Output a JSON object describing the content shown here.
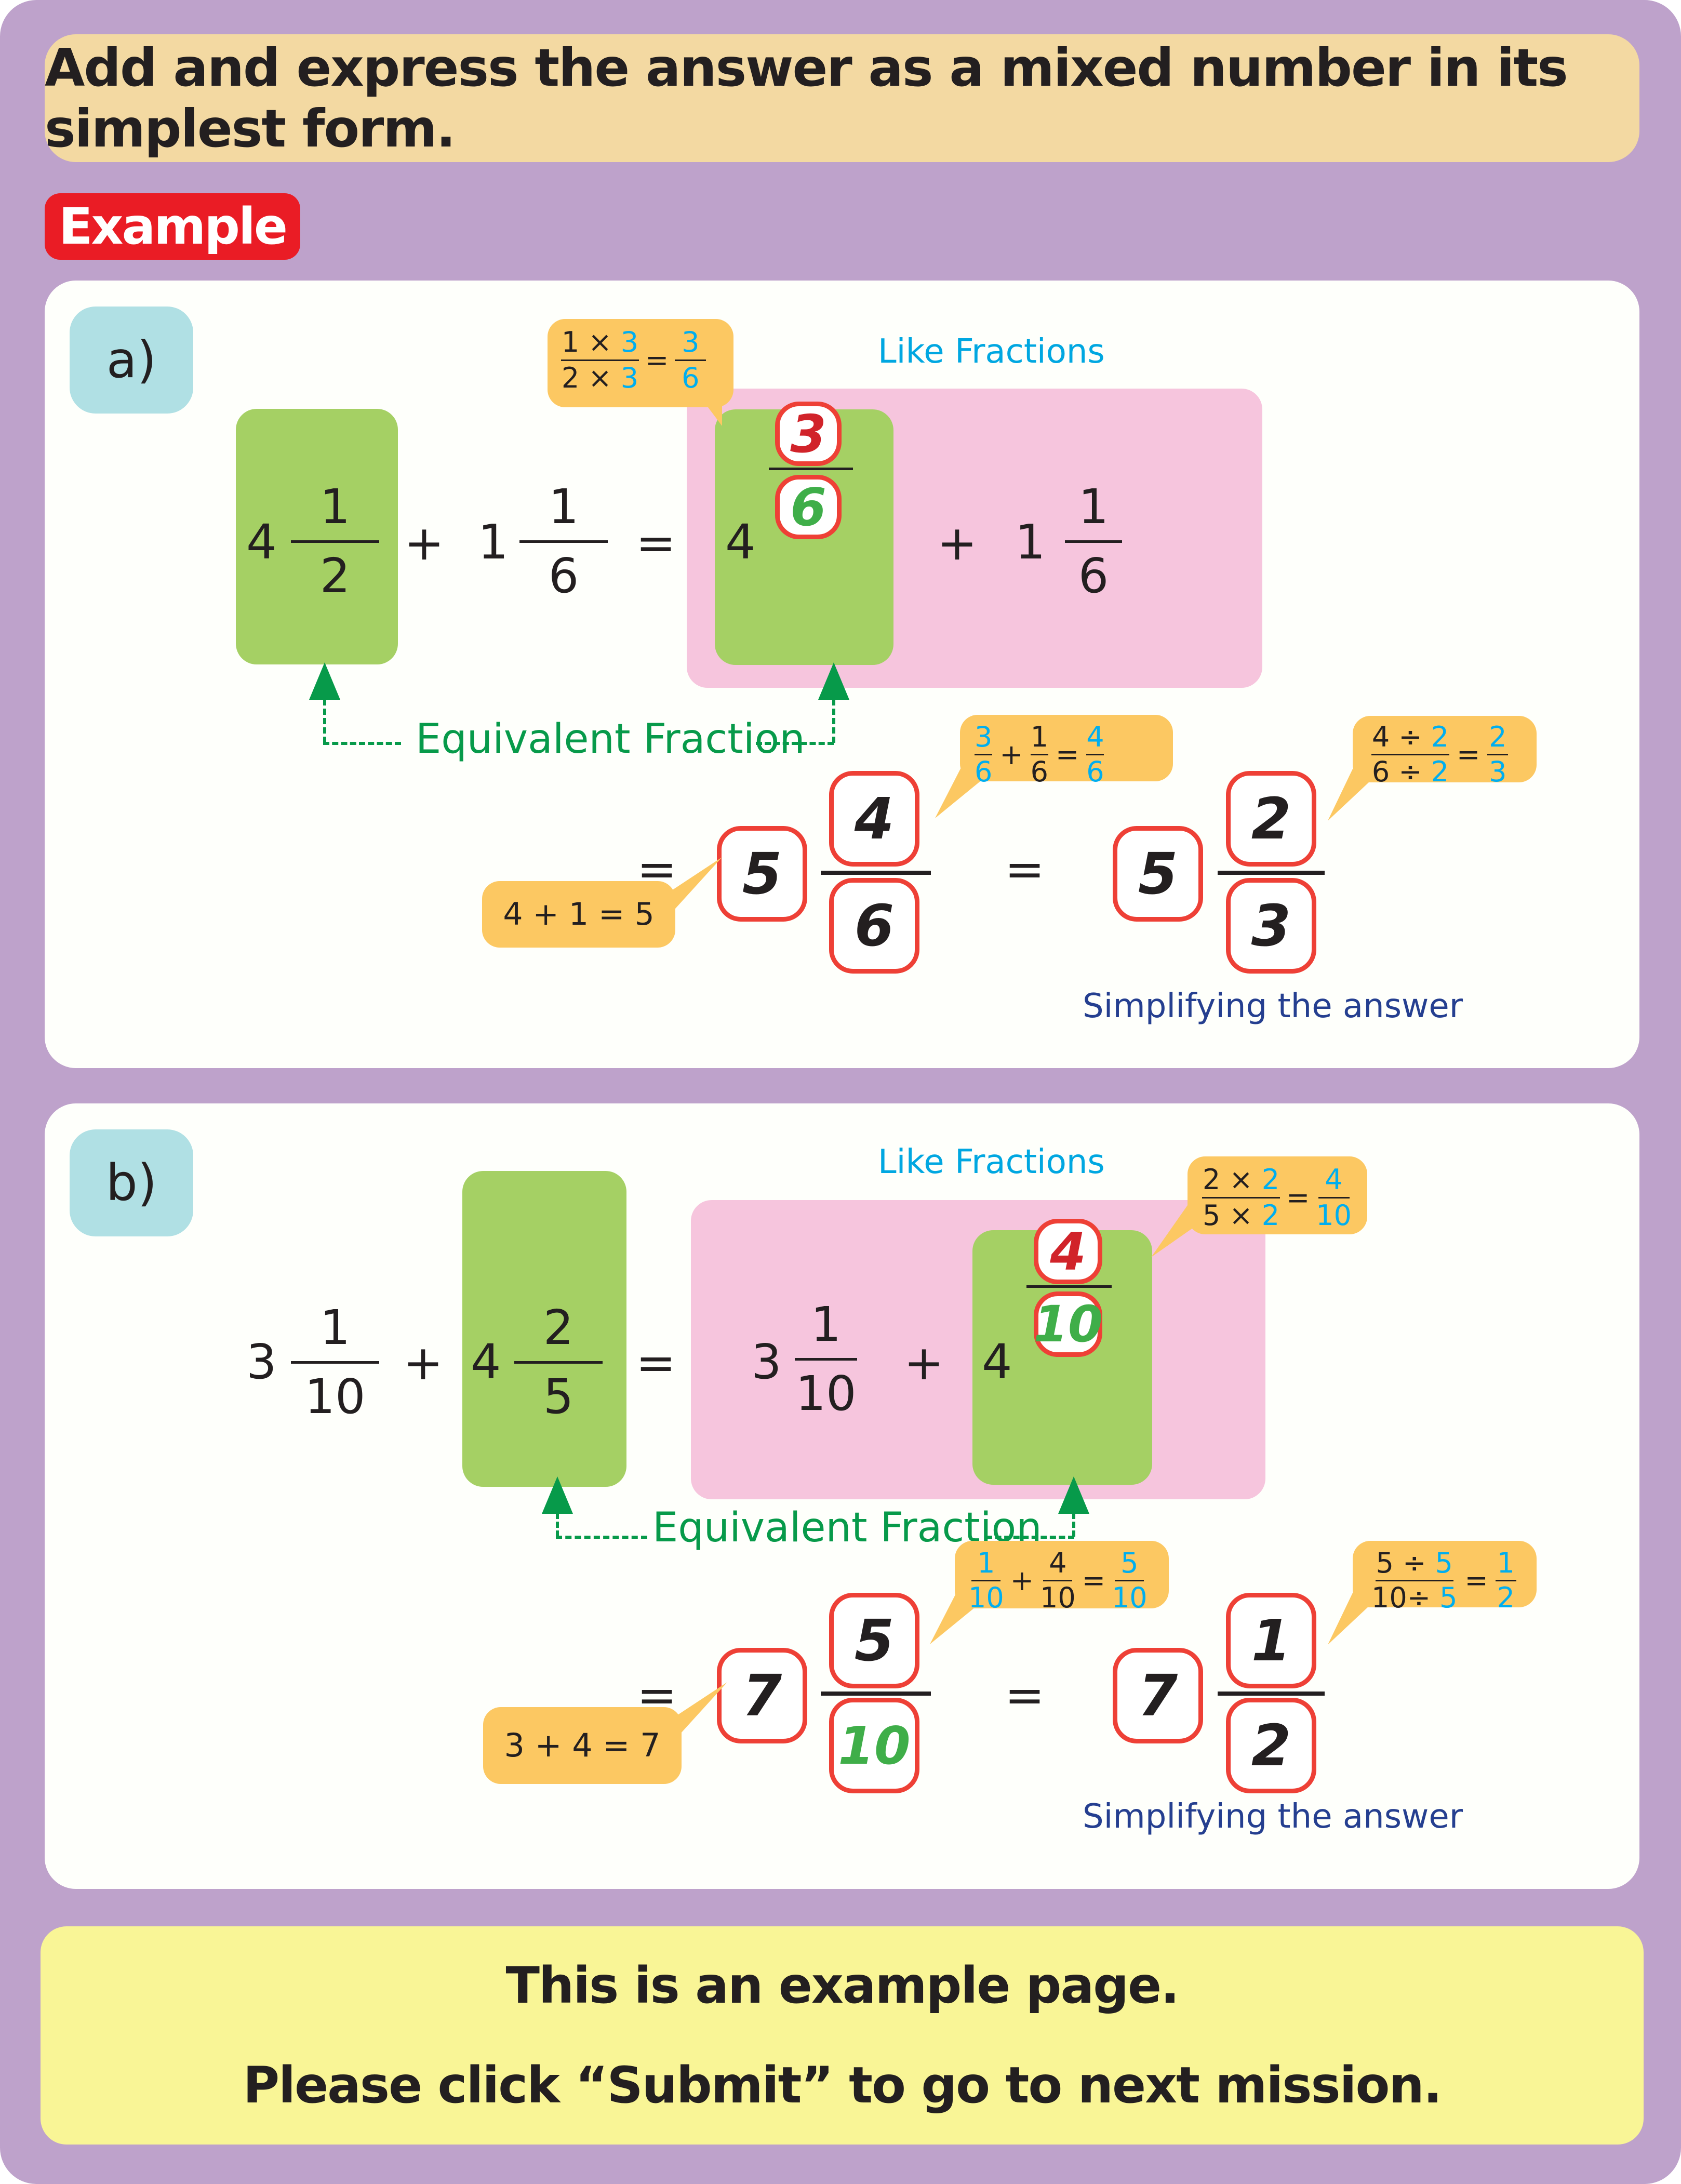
{
  "instruction": "Add and express the answer as a mixed number in its simplest form.",
  "example_badge": "Example",
  "colors": {
    "background": "#bea2cb",
    "instruction_bg": "#f3d9a2",
    "badge_red": "#ea1c25",
    "green_highlight": "#a5d064",
    "pink_highlight": "#f6c5dd",
    "callout": "#fcc862",
    "answer_border": "#ee4036",
    "like_fractions_text": "#00a7e1",
    "equivalent_text": "#079a4a",
    "simplify_text": "#253f90",
    "footer_bg": "#f9f596"
  },
  "examples": [
    {
      "label": "a)",
      "term1": {
        "whole": "4",
        "num": "1",
        "den": "2"
      },
      "plus": "+",
      "term2": {
        "whole": "1",
        "num": "1",
        "den": "6"
      },
      "equals": "=",
      "like_fractions_label": "Like Fractions",
      "converted_term1": {
        "whole": "4",
        "num": "3",
        "den": "6"
      },
      "converted_term2": {
        "whole": "1",
        "num": "1",
        "den": "6"
      },
      "equivalent_label": "Equivalent Fraction",
      "conversion_callout": {
        "num_a": "1",
        "num_op": "×",
        "num_b": "3",
        "den_a": "2",
        "den_op": "×",
        "den_b": "3",
        "eq": "=",
        "res_num": "3",
        "res_den": "6"
      },
      "sum_callout": {
        "a_num": "3",
        "a_den": "6",
        "op": "+",
        "b_num": "1",
        "b_den": "6",
        "eq": "=",
        "res_num": "4",
        "res_den": "6"
      },
      "whole_callout": "4 + 1 = 5",
      "sum_result": {
        "whole": "5",
        "num": "4",
        "den": "6"
      },
      "simplify_callout": {
        "num_a": "4",
        "num_op": "÷",
        "num_b": "2",
        "den_a": "6",
        "den_op": "÷",
        "den_b": "2",
        "eq": "=",
        "res_num": "2",
        "res_den": "3"
      },
      "final_result": {
        "whole": "5",
        "num": "2",
        "den": "3"
      },
      "simplify_label": "Simplifying the answer"
    },
    {
      "label": "b)",
      "term1": {
        "whole": "3",
        "num": "1",
        "den": "10"
      },
      "plus": "+",
      "term2": {
        "whole": "4",
        "num": "2",
        "den": "5"
      },
      "equals": "=",
      "like_fractions_label": "Like Fractions",
      "converted_term1": {
        "whole": "3",
        "num": "1",
        "den": "10"
      },
      "converted_term2": {
        "whole": "4",
        "num": "4",
        "den": "10"
      },
      "equivalent_label": "Equivalent Fraction",
      "conversion_callout": {
        "num_a": "2",
        "num_op": "×",
        "num_b": "2",
        "den_a": "5",
        "den_op": "×",
        "den_b": "2",
        "eq": "=",
        "res_num": "4",
        "res_den": "10"
      },
      "sum_callout": {
        "a_num": "1",
        "a_den": "10",
        "op": "+",
        "b_num": "4",
        "b_den": "10",
        "eq": "=",
        "res_num": "5",
        "res_den": "10"
      },
      "whole_callout": "3 + 4 = 7",
      "sum_result": {
        "whole": "7",
        "num": "5",
        "den": "10"
      },
      "simplify_callout": {
        "num_a": "5",
        "num_op": "÷",
        "num_b": "5",
        "den_a": "10",
        "den_op": "÷",
        "den_b": "5",
        "eq": "=",
        "res_num": "1",
        "res_den": "2"
      },
      "final_result": {
        "whole": "7",
        "num": "1",
        "den": "2"
      },
      "simplify_label": "Simplifying the answer"
    }
  ],
  "footer": {
    "line1": "This is an example page.",
    "line2": "Please click “Submit” to go to next mission."
  }
}
